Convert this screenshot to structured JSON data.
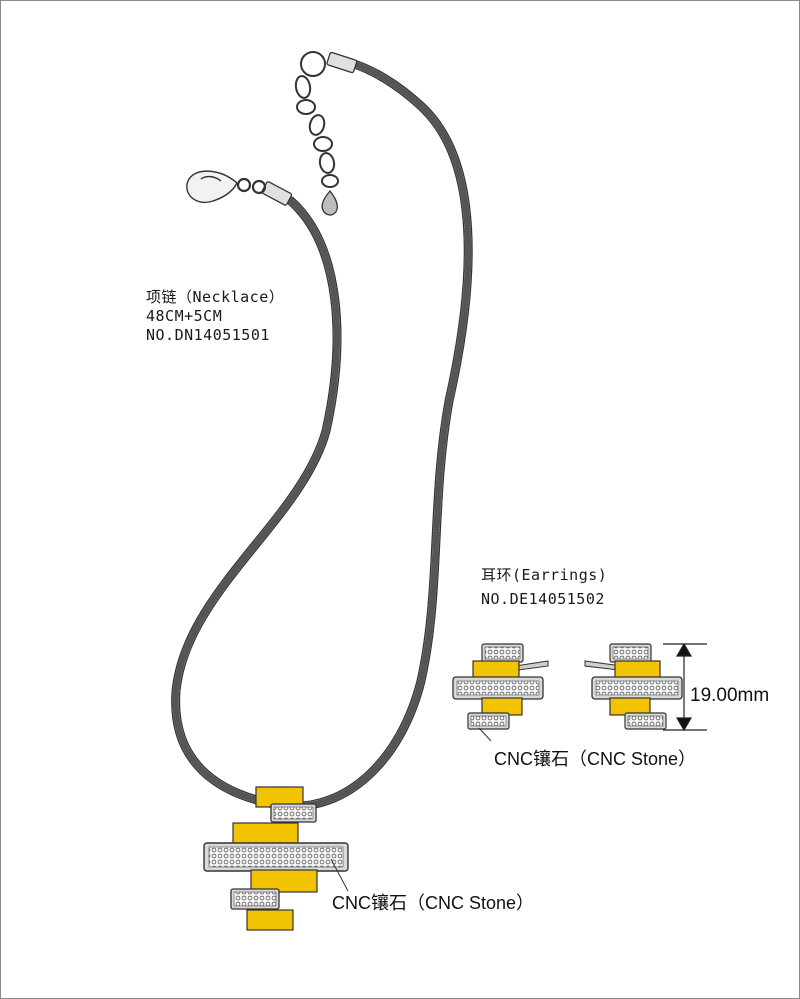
{
  "necklace": {
    "name": "项链（Necklace）",
    "size": "48CM+5CM",
    "number": "NO.DN14051501",
    "callout": "CNC镶石（CNC Stone）"
  },
  "earrings": {
    "name": "耳环(Earrings)",
    "number": "NO.DE14051502",
    "callout": "CNC镶石（CNC Stone）",
    "dimension": "19.00mm"
  },
  "colors": {
    "gold": "#f2c300",
    "metal": "#d9d9d9",
    "outline": "#333333"
  }
}
